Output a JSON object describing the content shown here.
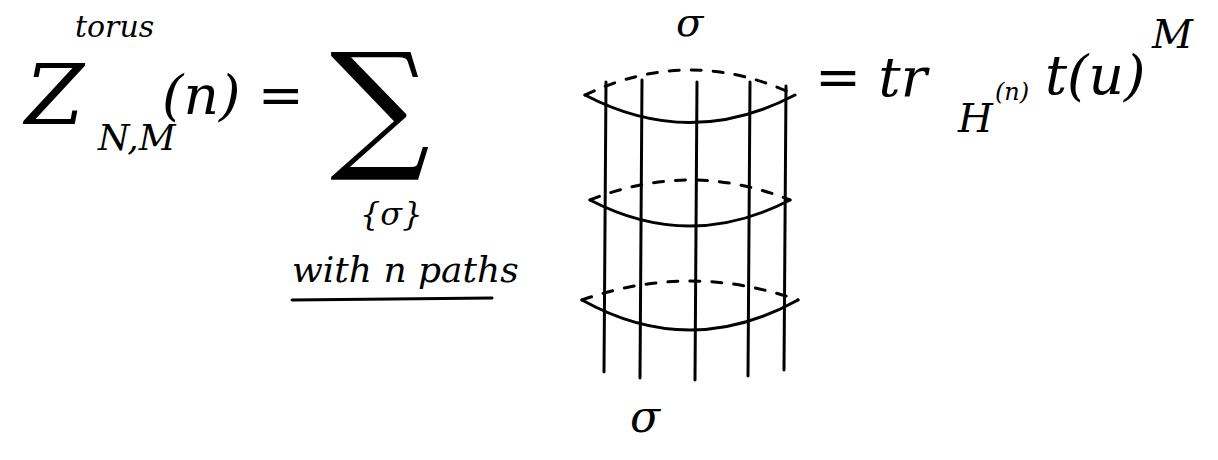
{
  "diagram": {
    "labels": [
      "torus",
      "Z",
      "N,M",
      "(n) =",
      "∑",
      "{σ}",
      "with n paths",
      "σ",
      "σ",
      "= tr",
      "H",
      "(n)",
      "t(u)",
      "M"
    ]
  }
}
